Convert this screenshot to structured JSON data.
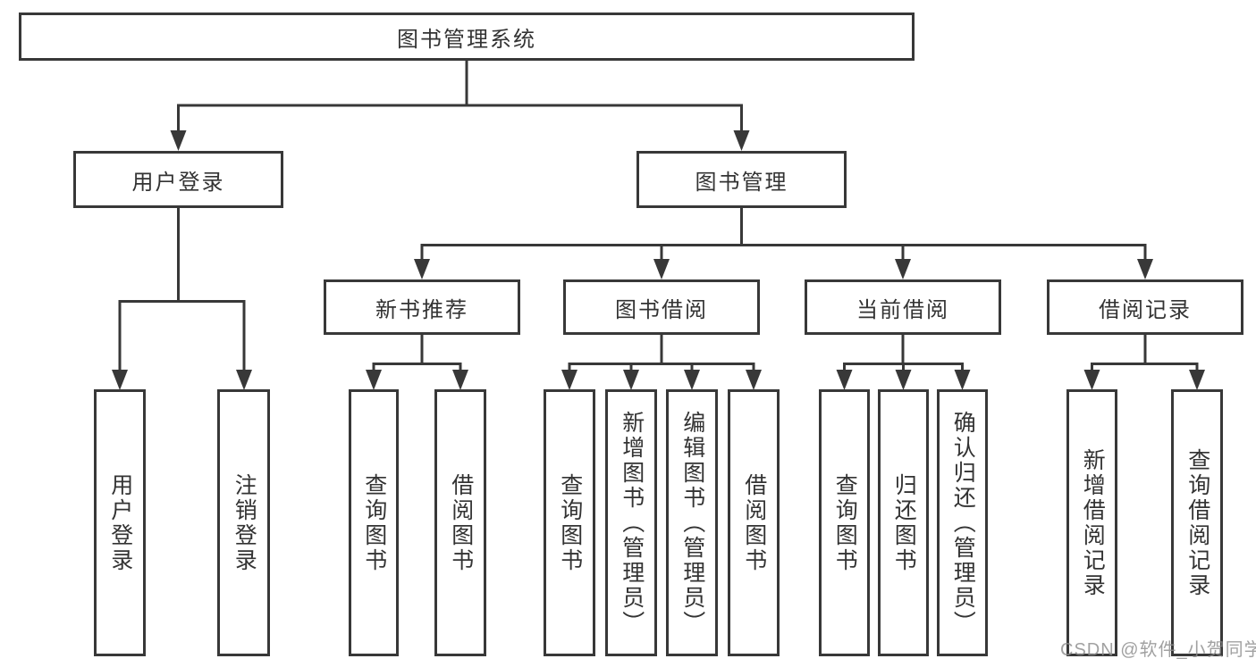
{
  "diagram": {
    "title": "图书管理系统",
    "login": {
      "label": "用户登录",
      "leaves": [
        "用户登录",
        "注销登录"
      ]
    },
    "management": {
      "label": "图书管理",
      "sections": [
        {
          "label": "新书推荐",
          "leaves": [
            "查询图书",
            "借阅图书"
          ]
        },
        {
          "label": "图书借阅",
          "leaves": [
            "查询图书",
            "新增图书（管理员）",
            "编辑图书（管理员）",
            "借阅图书"
          ]
        },
        {
          "label": "当前借阅",
          "leaves": [
            "查询图书",
            "归还图书",
            "确认归还（管理员）"
          ]
        },
        {
          "label": "借阅记录",
          "leaves": [
            "新增借阅记录",
            "查询借阅记录"
          ]
        }
      ]
    }
  },
  "watermark": "CSDN @软件_小贺同学",
  "colors": {
    "line": "#383838",
    "text": "#333333",
    "background": "#ffffff",
    "watermark": "#8c8c8c"
  }
}
